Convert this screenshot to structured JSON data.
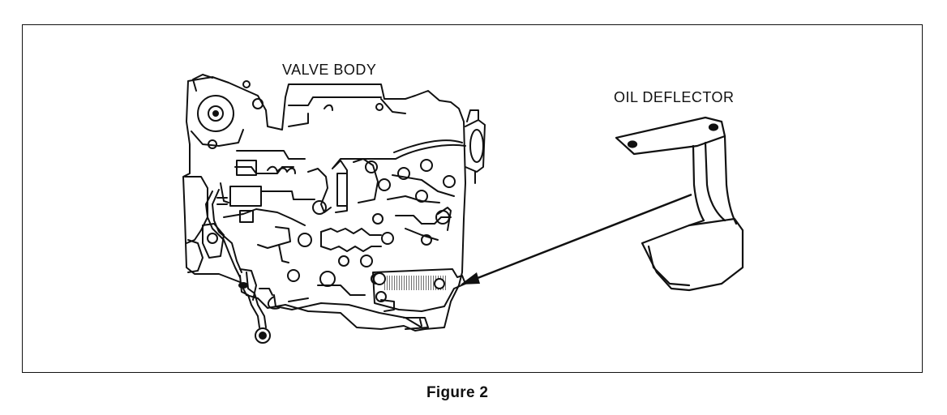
{
  "labels": {
    "valve_body": "VALVE BODY",
    "oil_deflector": "OIL DEFLECTOR"
  },
  "caption": "Figure 2"
}
